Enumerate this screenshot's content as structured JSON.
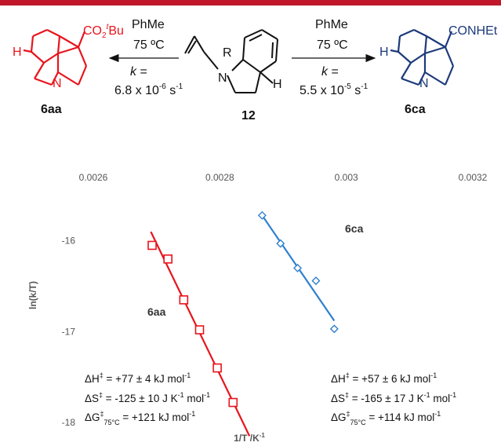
{
  "scheme": {
    "left_reaction": {
      "solvent": "PhMe",
      "temperature": "75 ºC",
      "k_label": "k =",
      "k_value": "6.8 x 10",
      "k_exp": "-6",
      "k_unit": " s",
      "k_unit_exp": "-1"
    },
    "right_reaction": {
      "solvent": "PhMe",
      "temperature": "75 ºC",
      "k_label": "k =",
      "k_value": "5.5 x 10",
      "k_exp": "-5",
      "k_unit": " s",
      "k_unit_exp": "-1"
    },
    "left_product": {
      "label": "6aa",
      "substituent_a": "CO",
      "substituent_sub": "2",
      "substituent_sup": "t",
      "substituent_b": "Bu",
      "h_label": "H",
      "n_label": "N",
      "color": "#e8141c"
    },
    "reactant": {
      "label": "12",
      "r_label": "R",
      "n_label": "N",
      "h_label": "H",
      "color": "#111111"
    },
    "right_product": {
      "label": "6ca",
      "substituent": "CONHEt",
      "h_label": "H",
      "n_label": "N",
      "color": "#1c3a7a"
    }
  },
  "chart_data": {
    "type": "scatter",
    "xlabel": "1/T /K",
    "xlabel_sup": "-1",
    "ylabel": "ln(k/T)",
    "xlim": [
      0.0026,
      0.0032
    ],
    "ylim": [
      -18,
      -15.7
    ],
    "x_ticks": [
      "0.0026",
      "0.0028",
      "0.003",
      "0.0032"
    ],
    "y_ticks": [
      "-16",
      "-17",
      "-18"
    ],
    "grid": false,
    "series": [
      {
        "name": "6aa",
        "marker": "square",
        "color": "#e8141c",
        "x": [
          0.002693,
          0.002718,
          0.002743,
          0.002768,
          0.002796,
          0.002821
        ],
        "y": [
          -16.05,
          -16.2,
          -16.65,
          -16.98,
          -17.4,
          -17.78
        ],
        "fit": {
          "x": [
            0.002691,
            0.002847
          ],
          "y": [
            -15.9,
            -18.15
          ]
        }
      },
      {
        "name": "6ca",
        "marker": "diamond",
        "color": "#2e7fcf",
        "x": [
          0.002867,
          0.002896,
          0.002923,
          0.002952,
          0.002981
        ],
        "y": [
          -15.72,
          -16.03,
          -16.3,
          -16.44,
          -16.97
        ],
        "fit": {
          "x": [
            0.002867,
            0.002981
          ],
          "y": [
            -15.72,
            -16.88
          ]
        }
      }
    ],
    "annotations": [
      {
        "series": "6aa",
        "dH": {
          "a": "ΔH",
          "sup1": "‡",
          "b": " = +77 ± 4 kJ mol",
          "sup2": "-1"
        },
        "dS": {
          "a": "ΔS",
          "sup1": "‡",
          "b": " = -125 ± 10 J K",
          "sup2": "-1",
          "c": " mol",
          "sup3": "-1"
        },
        "dG": {
          "a": "ΔG",
          "sup1": "‡",
          "sub": "75°C",
          "b": " = +121 kJ mol",
          "sup2": "-1"
        }
      },
      {
        "series": "6ca",
        "dH": {
          "a": "ΔH",
          "sup1": "‡",
          "b": " = +57 ± 6 kJ mol",
          "sup2": "-1"
        },
        "dS": {
          "a": "ΔS",
          "sup1": "‡",
          "b": " = -165 ± 17 J K",
          "sup2": "-1",
          "c": " mol",
          "sup3": "-1"
        },
        "dG": {
          "a": "ΔG",
          "sup1": "‡",
          "sub": "75°C",
          "b": " = +114 kJ mol",
          "sup2": "-1"
        }
      }
    ]
  }
}
